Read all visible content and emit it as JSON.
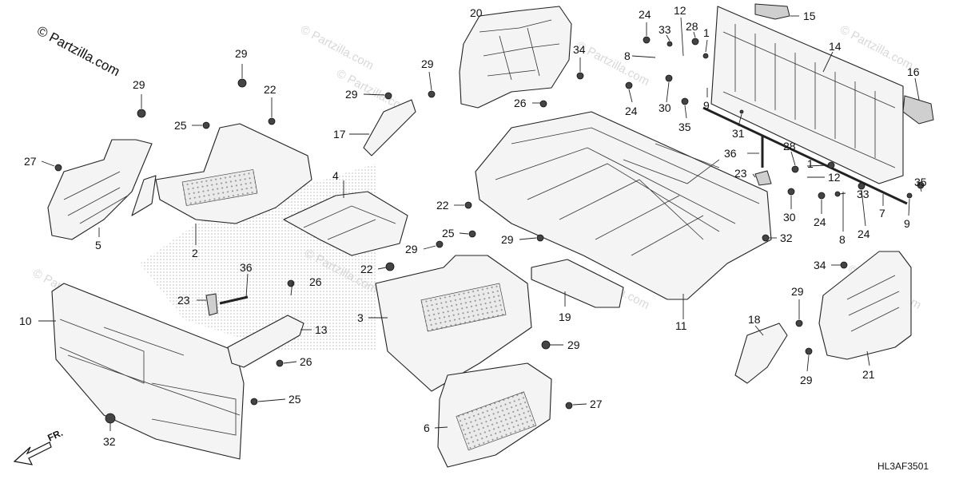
{
  "watermark": {
    "main": "© Partzilla.com",
    "faded": "© Partzilla.com"
  },
  "diagram_code": "HL3AF3501",
  "front_arrow_label": "FR.",
  "callouts": {
    "c1a": "1",
    "c1b": "1",
    "c2": "2",
    "c3": "3",
    "c4": "4",
    "c5": "5",
    "c6": "6",
    "c7": "7",
    "c8a": "8",
    "c8b": "8",
    "c9a": "9",
    "c9b": "9",
    "c10": "10",
    "c11": "11",
    "c12a": "12",
    "c12b": "12",
    "c13": "13",
    "c14": "14",
    "c15": "15",
    "c16": "16",
    "c17": "17",
    "c18": "18",
    "c19": "19",
    "c20": "20",
    "c21": "21",
    "c22a": "22",
    "c22b": "22",
    "c22c": "22",
    "c23a": "23",
    "c23b": "23",
    "c24a": "24",
    "c24b": "24",
    "c24c": "24",
    "c24d": "24",
    "c25a": "25",
    "c25b": "25",
    "c25c": "25",
    "c26a": "26",
    "c26b": "26",
    "c26c": "26",
    "c27a": "27",
    "c27b": "27",
    "c28a": "28",
    "c28b": "28",
    "c29a": "29",
    "c29b": "29",
    "c29c": "29",
    "c29d": "29",
    "c29e": "29",
    "c29f": "29",
    "c29g": "29",
    "c29h": "29",
    "c29i": "29",
    "c30a": "30",
    "c30b": "30",
    "c31": "31",
    "c32a": "32",
    "c32b": "32",
    "c33a": "33",
    "c33b": "33",
    "c34a": "34",
    "c34b": "34",
    "c35a": "35",
    "c35b": "35",
    "c36a": "36",
    "c36b": "36"
  }
}
